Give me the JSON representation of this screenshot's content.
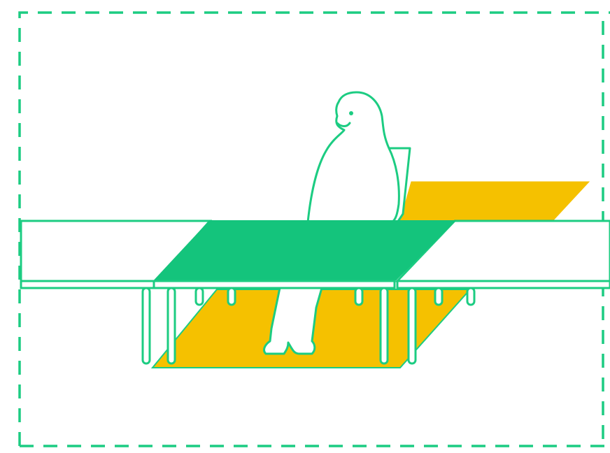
{
  "colors": {
    "background": "#ffffff",
    "stroke": "#1ccc82",
    "tabletop": "#14c47c",
    "floor_mat": "#f5c100"
  },
  "figure": {
    "has_text": false,
    "elements": [
      "frame-border",
      "long-bench",
      "extendable-table",
      "seated-person",
      "chair",
      "floor-mats"
    ]
  }
}
